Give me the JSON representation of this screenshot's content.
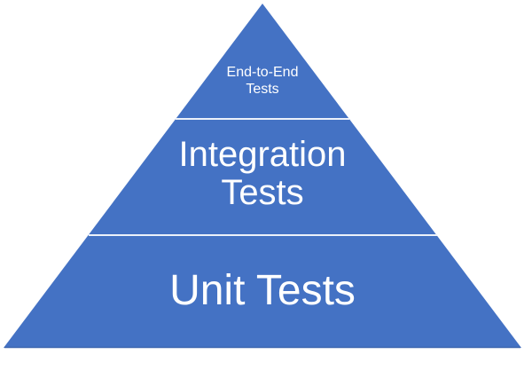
{
  "colors": {
    "background": "#FFFFFF",
    "pyramid_fill": "#4472C4",
    "divider": "#ECF1FA",
    "base_edge": "#3D66AF",
    "label_text": "#FFFFFF"
  },
  "pyramid": {
    "type": "pyramid",
    "tiers": [
      {
        "id": "end-to-end-tests",
        "lines": [
          "End-to-End",
          "Tests"
        ]
      },
      {
        "id": "integration-tests",
        "lines": [
          "Integration",
          "Tests"
        ]
      },
      {
        "id": "unit-tests",
        "lines": [
          "Unit Tests"
        ]
      }
    ]
  }
}
